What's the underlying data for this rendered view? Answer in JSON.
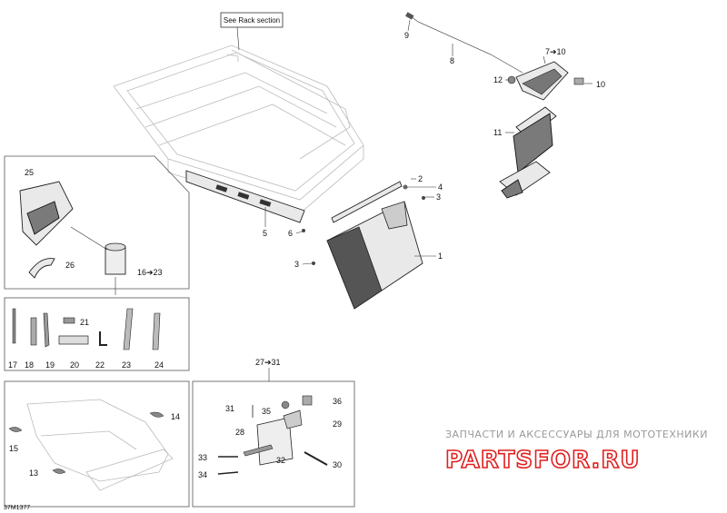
{
  "callout_box": {
    "text": "See Rack section"
  },
  "labels": {
    "p1": "1",
    "p2": "2",
    "p3a": "3",
    "p3b": "3",
    "p4": "4",
    "p5": "5",
    "p6": "6",
    "p7_10": "7➔10",
    "p8": "8",
    "p9": "9",
    "p10": "10",
    "p11": "11",
    "p12": "12",
    "p13": "13",
    "p14": "14",
    "p15": "15",
    "p16_23": "16➔23",
    "p17": "17",
    "p18": "18",
    "p19": "19",
    "p20": "20",
    "p21": "21",
    "p22": "22",
    "p23": "23",
    "p24": "24",
    "p25": "25",
    "p26": "26",
    "p27_31": "27➔31",
    "p28": "28",
    "p29": "29",
    "p30": "30",
    "p31": "31",
    "p32": "32",
    "p33": "33",
    "p34": "34",
    "p35": "35",
    "p36": "36"
  },
  "watermark": {
    "line1": "ЗАПЧАСТИ И АКСЕССУАРЫ ДЛЯ МОТОТЕХНИКИ",
    "line2": "PARTSFOR.RU"
  },
  "footer": {
    "code": "37M1377"
  }
}
